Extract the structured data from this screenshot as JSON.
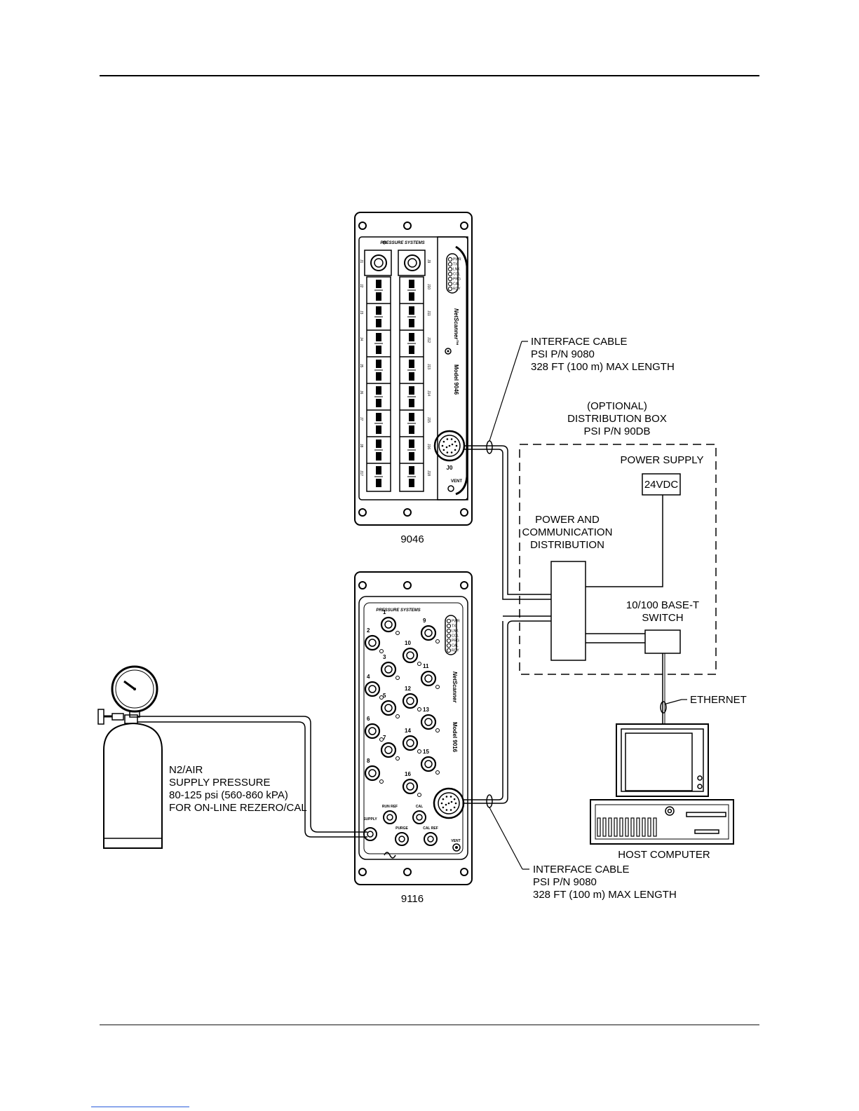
{
  "devices": {
    "model_9046": {
      "caption": "9046",
      "brand": "PRESSURE SYSTEMS",
      "product": "NetScanner™",
      "model": "Model 9046",
      "connector_label": "J0",
      "vent_label": "VENT",
      "left_jacks": [
        "J1",
        "J2",
        "J3",
        "J4",
        "J5",
        "J6",
        "J7",
        "J8",
        "J17"
      ],
      "right_jacks": [
        "J9",
        "J10",
        "J11",
        "J12",
        "J13",
        "J14",
        "J15",
        "J16",
        "J18"
      ],
      "leds": [
        "PWR",
        "TX",
        "LNK",
        "COL",
        "PRG",
        "CAL",
        "RDY"
      ]
    },
    "model_9116": {
      "caption": "9116",
      "brand": "PRESSURE SYSTEMS",
      "product": "NetScanner",
      "model": "Model 9016",
      "ports": [
        "1",
        "2",
        "3",
        "4",
        "5",
        "6",
        "7",
        "8",
        "9",
        "10",
        "11",
        "12",
        "13",
        "14",
        "15",
        "16"
      ],
      "run_ref": "RUN REF",
      "cal": "CAL",
      "supply": "SUPPLY",
      "purge": "PURGE",
      "cal_ref": "CAL REF",
      "vent": "VENT",
      "leds": [
        "PWR",
        "TX",
        "LNK",
        "COL",
        "PRG",
        "CAL",
        "RDY"
      ]
    }
  },
  "cable_top": {
    "line1": "INTERFACE CABLE",
    "line2": "PSI P/N 9080",
    "line3": "328 FT (100 m) MAX LENGTH"
  },
  "cable_bottom": {
    "line1": "INTERFACE CABLE",
    "line2": "PSI P/N 9080",
    "line3": "328 FT (100 m) MAX LENGTH"
  },
  "dist_box": {
    "line1": "(OPTIONAL)",
    "line2": "DISTRIBUTION BOX",
    "line3": "PSI P/N 90DB"
  },
  "power_supply": {
    "label": "POWER SUPPLY",
    "voltage": "24VDC"
  },
  "power_comm": {
    "line1": "POWER AND",
    "line2": "COMMUNICATION",
    "line3": "DISTRIBUTION"
  },
  "switch": {
    "line1": "10/100 BASE-T",
    "line2": "SWITCH"
  },
  "ethernet": "ETHERNET",
  "host": "HOST COMPUTER",
  "gas": {
    "line1": "N2/AIR",
    "line2": "SUPPLY PRESSURE",
    "line3": "80-125 psi (560-860 kPA)",
    "line4": "FOR ON-LINE REZERO/CAL"
  }
}
